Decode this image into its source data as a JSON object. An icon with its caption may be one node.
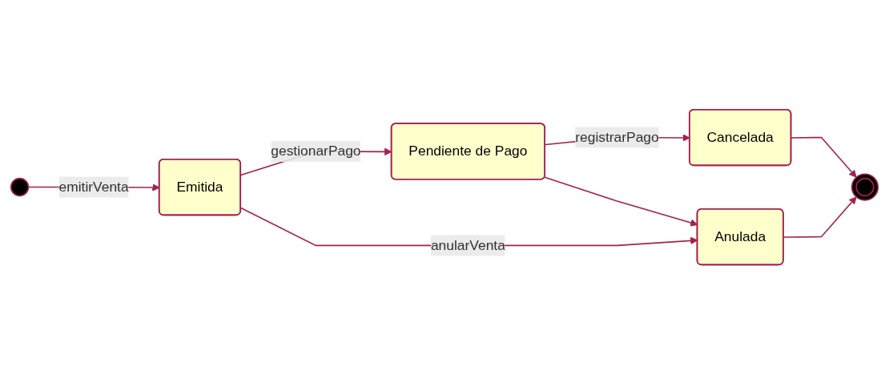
{
  "diagram": {
    "nodes": [
      {
        "text": [],
        "shape": "circle"
      },
      {
        "text": [
          "Emitida"
        ]
      },
      {
        "text": [
          "Pendiente de Pago"
        ]
      },
      {
        "text": [
          "Cancelada"
        ]
      },
      {
        "text": [
          "Anulada"
        ]
      },
      {
        "text": [],
        "shape": "circle"
      }
    ],
    "edges": [
      {
        "from": 0,
        "to": 1,
        "arrow": "to",
        "label": "emitirVenta"
      },
      {
        "from": 1,
        "to": 2,
        "arrow": "to",
        "label": "gestionarPago"
      },
      {
        "from": 2,
        "to": 3,
        "arrow": "to",
        "label": "registrarPago"
      },
      {
        "from": 1,
        "to": 4,
        "arrow": "to",
        "label": "anularVenta"
      },
      {
        "from": 2,
        "to": 4,
        "arrow": "to"
      },
      {
        "from": 3,
        "to": 5,
        "arrow": "to"
      },
      {
        "from": 4,
        "to": 5,
        "arrow": "to"
      }
    ]
  }
}
